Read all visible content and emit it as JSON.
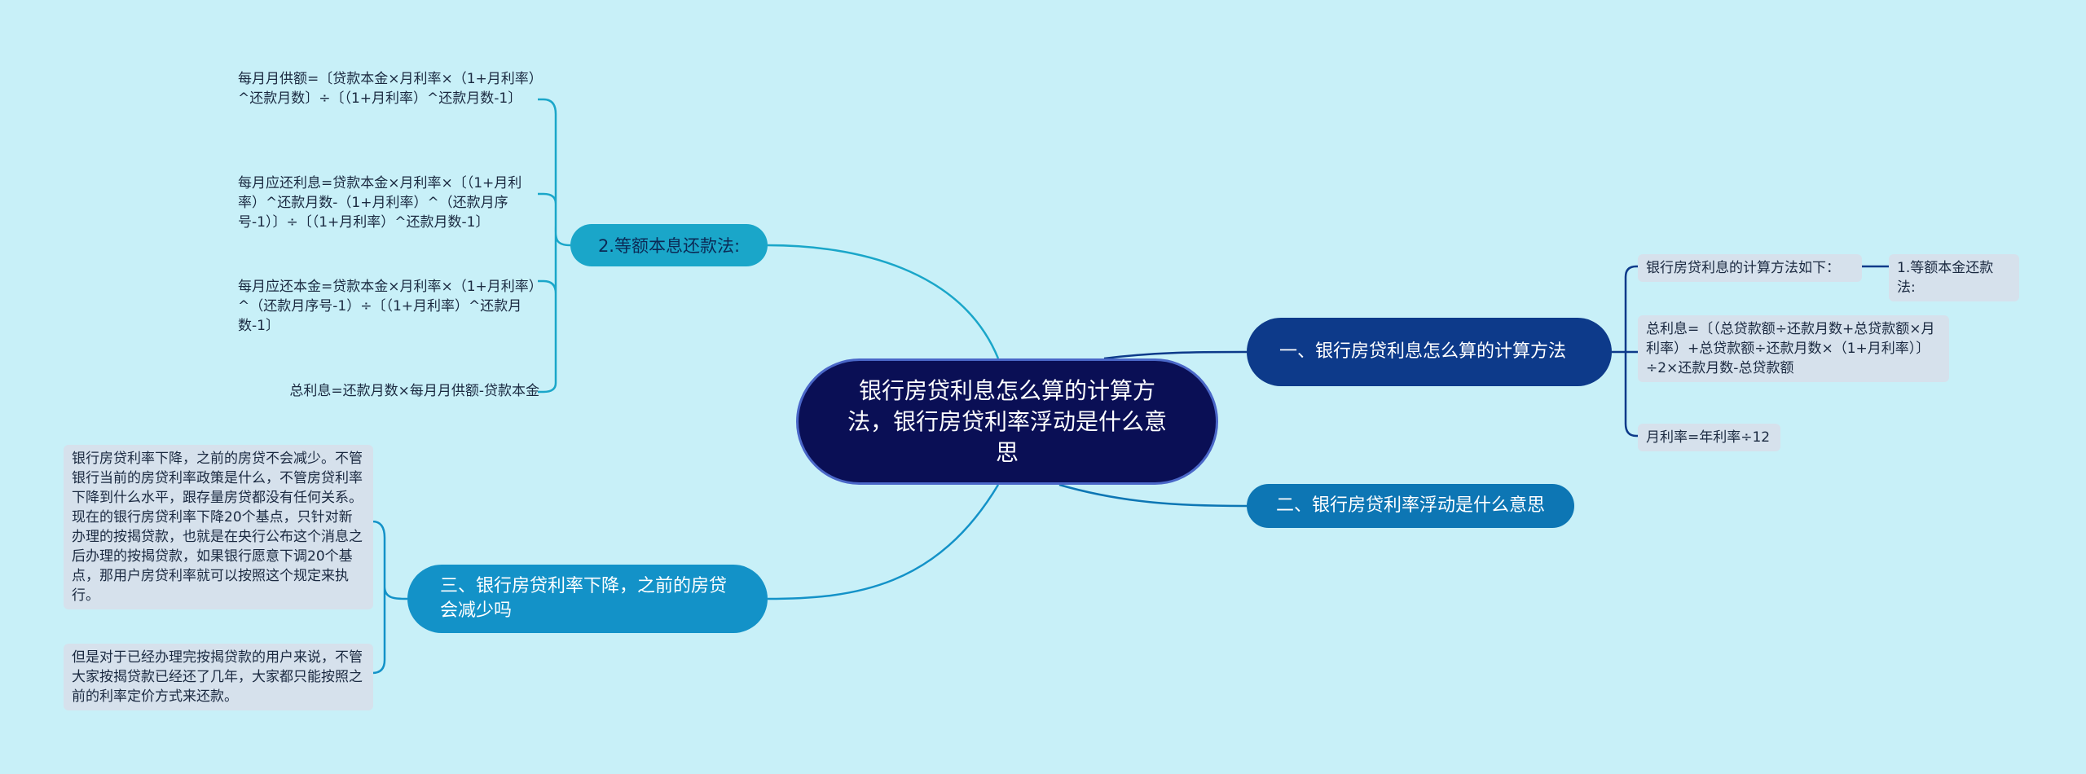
{
  "root": {
    "title": "银行房贷利息怎么算的计算方法，银行房贷利率浮动是什么意思"
  },
  "branch1": {
    "title": "一、银行房贷利息怎么算的计算方法",
    "leaf1": "银行房贷利息的计算方法如下：",
    "leaf1_child": "1.等额本金还款法:",
    "leaf2": "总利息=〔（总贷款额÷还款月数+总贷款额×月利率）+总贷款额÷还款月数×（1+月利率）〕÷2×还款月数-总贷款额",
    "leaf3": "月利率=年利率÷12"
  },
  "branch2": {
    "title": "二、银行房贷利率浮动是什么意思"
  },
  "branch3": {
    "title": "三、银行房贷利率下降，之前的房贷会减少吗",
    "leaf1": "银行房贷利率下降，之前的房贷不会减少。不管银行当前的房贷利率政策是什么，不管房贷利率下降到什么水平，跟存量房贷都没有任何关系。现在的银行房贷利率下降20个基点，只针对新办理的按揭贷款，也就是在央行公布这个消息之后办理的按揭贷款，如果银行愿意下调20个基点，那用户房贷利率就可以按照这个规定来执行。",
    "leaf2": "但是对于已经办理完按揭贷款的用户来说，不管大家按揭贷款已经还了几年，大家都只能按照之前的利率定价方式来还款。"
  },
  "branch4": {
    "title": "2.等额本息还款法:",
    "leaf1": "每月月供额=〔贷款本金×月利率×（1+月利率）^还款月数〕÷〔（1+月利率）^还款月数-1〕",
    "leaf2": "每月应还利息=贷款本金×月利率×〔（1+月利率）^还款月数-（1+月利率）^（还款月序号-1）〕÷〔（1+月利率）^还款月数-1〕",
    "leaf3": "每月应还本金=贷款本金×月利率×（1+月利率）^（还款月序号-1）÷〔（1+月利率）^还款月数-1〕",
    "leaf4": "总利息=还款月数×每月月供额-贷款本金"
  }
}
